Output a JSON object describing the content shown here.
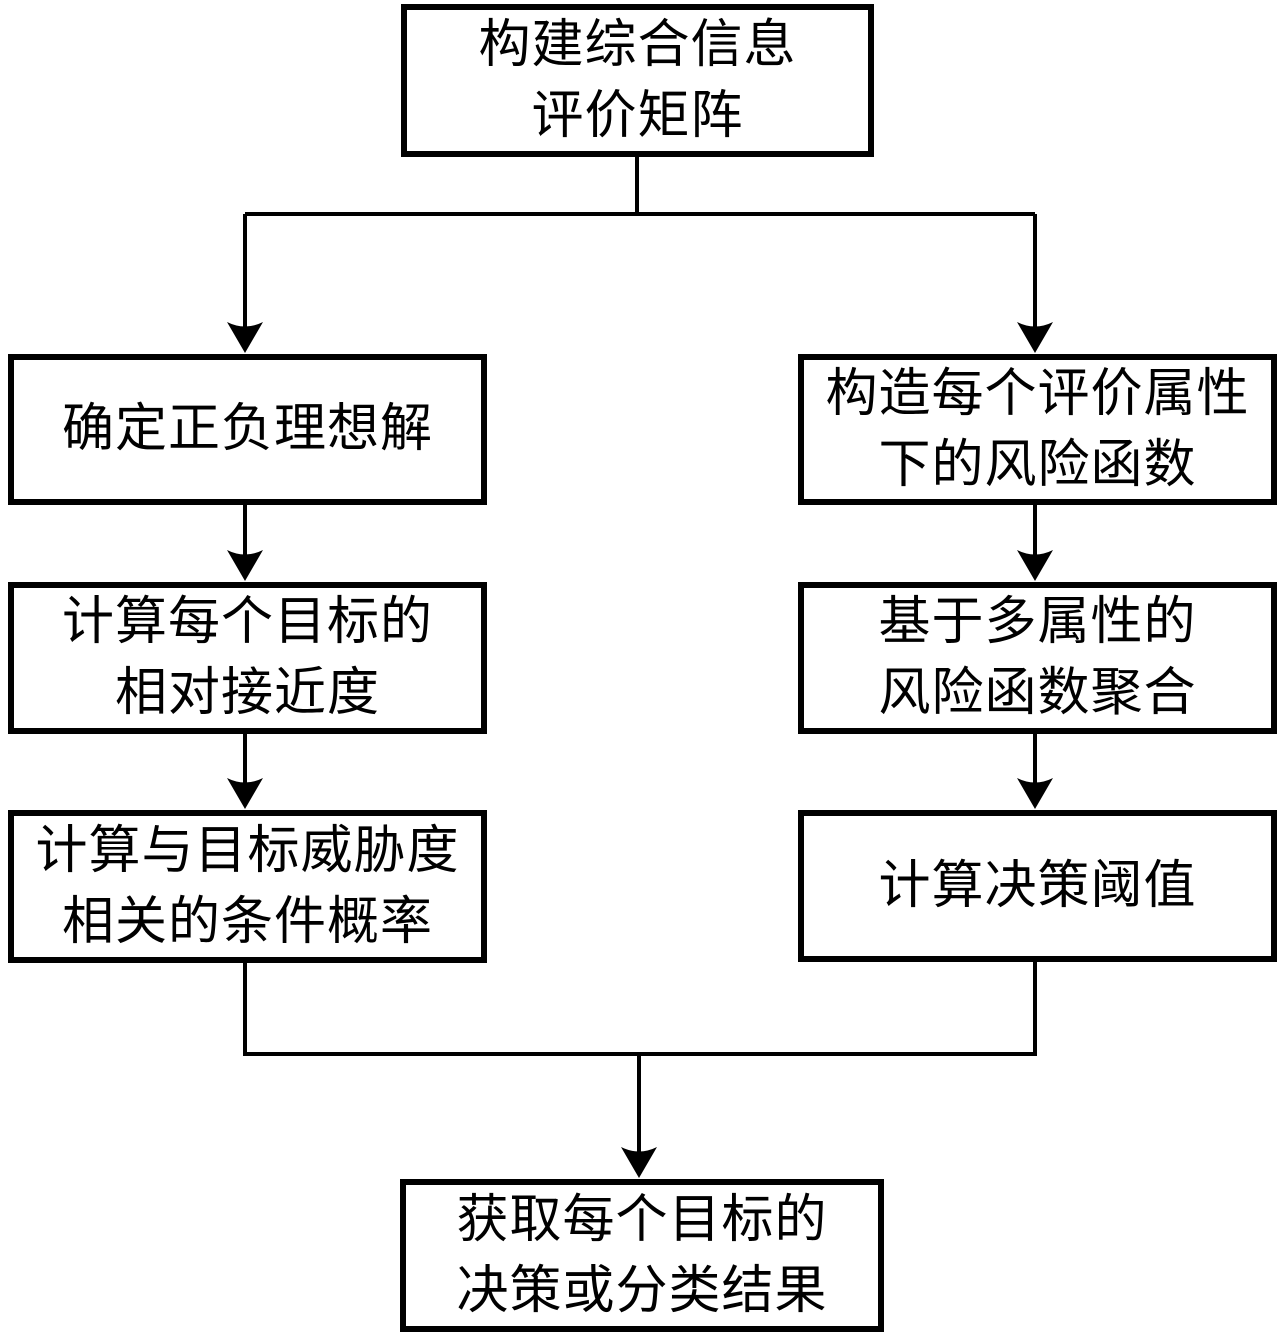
{
  "diagram": {
    "type": "flowchart",
    "nodes": [
      {
        "id": "build-evaluation-matrix",
        "label": "构建综合信息\n评价矩阵"
      },
      {
        "id": "determine-ideal-solutions",
        "label": "确定正负理想解"
      },
      {
        "id": "relative-closeness",
        "label": "计算每个目标的\n相对接近度"
      },
      {
        "id": "conditional-probability",
        "label": "计算与目标威胁度\n相关的条件概率"
      },
      {
        "id": "construct-risk-functions",
        "label": "构造每个评价属性\n下的风险函数"
      },
      {
        "id": "risk-function-aggregation",
        "label": "基于多属性的\n风险函数聚合"
      },
      {
        "id": "decision-threshold",
        "label": "计算决策阈值"
      },
      {
        "id": "final-result",
        "label": "获取每个目标的\n决策或分类结果"
      }
    ],
    "edges": [
      {
        "from": "build-evaluation-matrix",
        "to": "determine-ideal-solutions"
      },
      {
        "from": "build-evaluation-matrix",
        "to": "construct-risk-functions"
      },
      {
        "from": "determine-ideal-solutions",
        "to": "relative-closeness"
      },
      {
        "from": "relative-closeness",
        "to": "conditional-probability"
      },
      {
        "from": "construct-risk-functions",
        "to": "risk-function-aggregation"
      },
      {
        "from": "risk-function-aggregation",
        "to": "decision-threshold"
      },
      {
        "from": "conditional-probability",
        "to": "final-result"
      },
      {
        "from": "decision-threshold",
        "to": "final-result"
      }
    ],
    "colors": {
      "background": "#ffffff",
      "box_fill": "#ffffff",
      "box_border": "#000000",
      "line": "#000000",
      "text": "#000000"
    }
  }
}
